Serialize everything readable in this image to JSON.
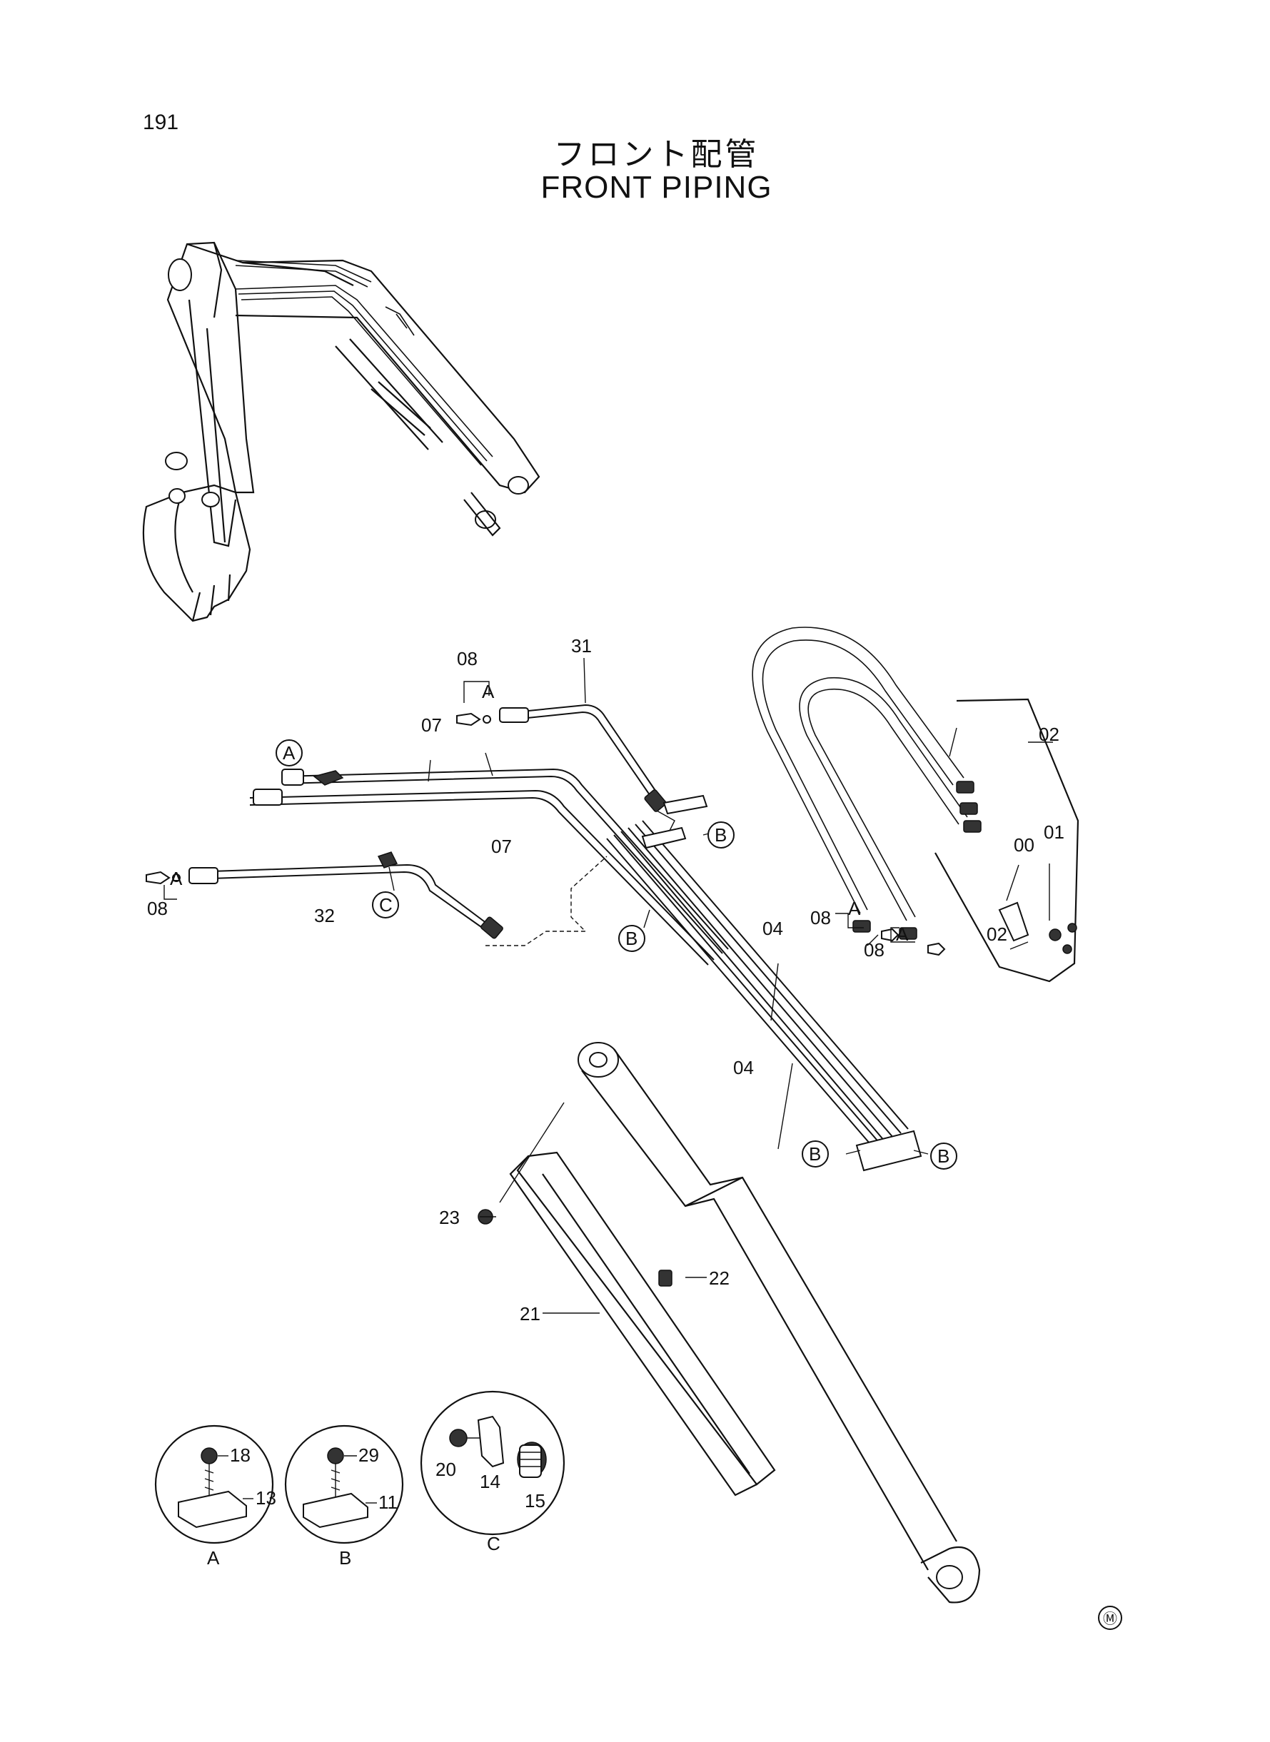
{
  "page_number": "191",
  "title": {
    "japanese": "フロント配管",
    "english": "FRONT PIPING"
  },
  "callouts": {
    "c08_top": "08",
    "a_top": "A",
    "c31": "31",
    "c07_top": "07",
    "ref_a": "A",
    "c07_mid": "07",
    "c08_left": "08",
    "a_left": "A",
    "c32": "32",
    "ref_c": "C",
    "ref_b_top": "B",
    "ref_b_mid": "B",
    "c04_a": "04",
    "c04_b": "04",
    "ref_b_low_l": "B",
    "ref_b_low_r": "B",
    "c02_top": "02",
    "c00": "00",
    "c01": "01",
    "c08_r1": "08",
    "a_r1": "A",
    "c08_r2": "08",
    "a_r2": "A",
    "c02_bot": "02",
    "c23": "23",
    "c22": "22",
    "c21": "21"
  },
  "details": [
    {
      "view": "A",
      "bolt": "18",
      "clamp": "13"
    },
    {
      "view": "B",
      "bolt": "29",
      "clamp": "11"
    },
    {
      "view": "C",
      "bolt": "20",
      "bracket": "14",
      "grommet": "15"
    }
  ],
  "corner_mark": "Ⓜ"
}
